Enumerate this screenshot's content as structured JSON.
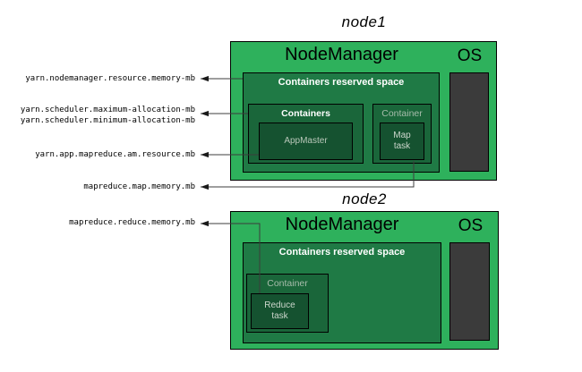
{
  "labels": {
    "nodemanager_memory": "yarn.nodemanager.resource.memory-mb",
    "scheduler_max": "yarn.scheduler.maximum-allocation-mb",
    "scheduler_min": "yarn.scheduler.minimum-allocation-mb",
    "am_resource": "yarn.app.mapreduce.am.resource.mb",
    "map_memory": "mapreduce.map.memory.mb",
    "reduce_memory": "mapreduce.reduce.memory.mb"
  },
  "node1": {
    "title": "node1",
    "nodemanager": "NodeManager",
    "os": "OS",
    "reserved": "Containers reserved space",
    "containers_box": {
      "label": "Containers",
      "task": "AppMaster"
    },
    "container_box": {
      "label": "Container",
      "task_line1": "Map",
      "task_line2": "task"
    }
  },
  "node2": {
    "title": "node2",
    "nodemanager": "NodeManager",
    "os": "OS",
    "reserved": "Containers reserved space",
    "container_box": {
      "label": "Container",
      "task_line1": "Reduce",
      "task_line2": "task"
    }
  },
  "colors": {
    "node-fill": "#2eb15c",
    "reserved-fill": "#1f7a45",
    "container-fill": "#1a663a",
    "task-fill": "#155230",
    "os-fill": "#3b3b3b",
    "line": "#3c3c3c"
  }
}
